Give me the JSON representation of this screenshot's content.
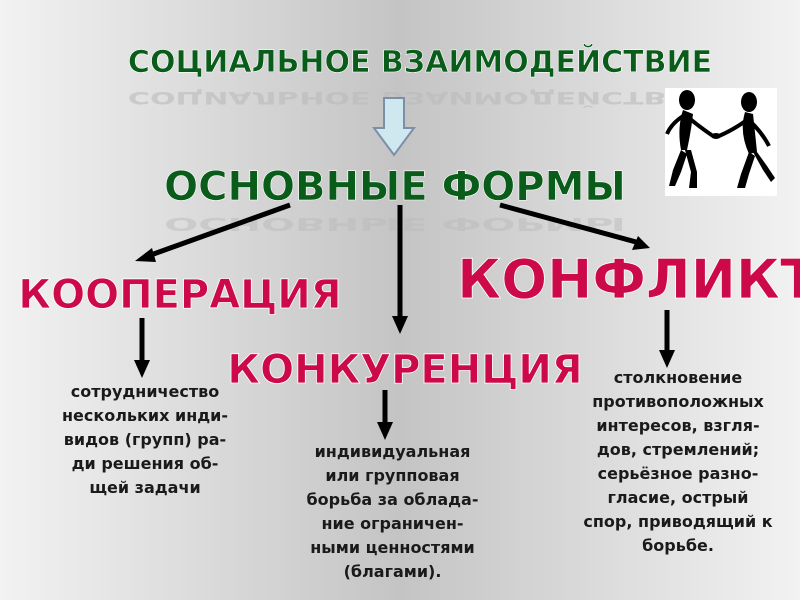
{
  "title": "СОЦИАЛЬНОЕ ВЗАИМОДЕЙСТВИЕ",
  "subtitle": "ОСНОВНЫЕ ФОРМЫ",
  "forms": [
    {
      "label": "КООПЕРАЦИЯ",
      "description": "сотрудничество\nнескольких инди-\nвидов (групп) ра-\nди решения об-\nщей задачи"
    },
    {
      "label": "КОНКУРЕНЦИЯ",
      "description": "индивидуальная\nили групповая\nборьба за облада-\nние ограничен-\nными ценностями\n(благами)."
    },
    {
      "label": "КОНФЛИКТ",
      "description": "столкновение\nпротивоположных\nинтересов, взгля-\nдов, стремлений;\nсерьёзное разно-\nгласие, острый\nспор, приводящий к\nборьбе."
    }
  ],
  "colors": {
    "title_green": "#0a5c1a",
    "form_red": "#cc0a4a",
    "arrow_fill": "#cfe7ef",
    "arrow_stroke": "#7b8fa6"
  },
  "icons": [
    "handshake-figures-icon"
  ]
}
